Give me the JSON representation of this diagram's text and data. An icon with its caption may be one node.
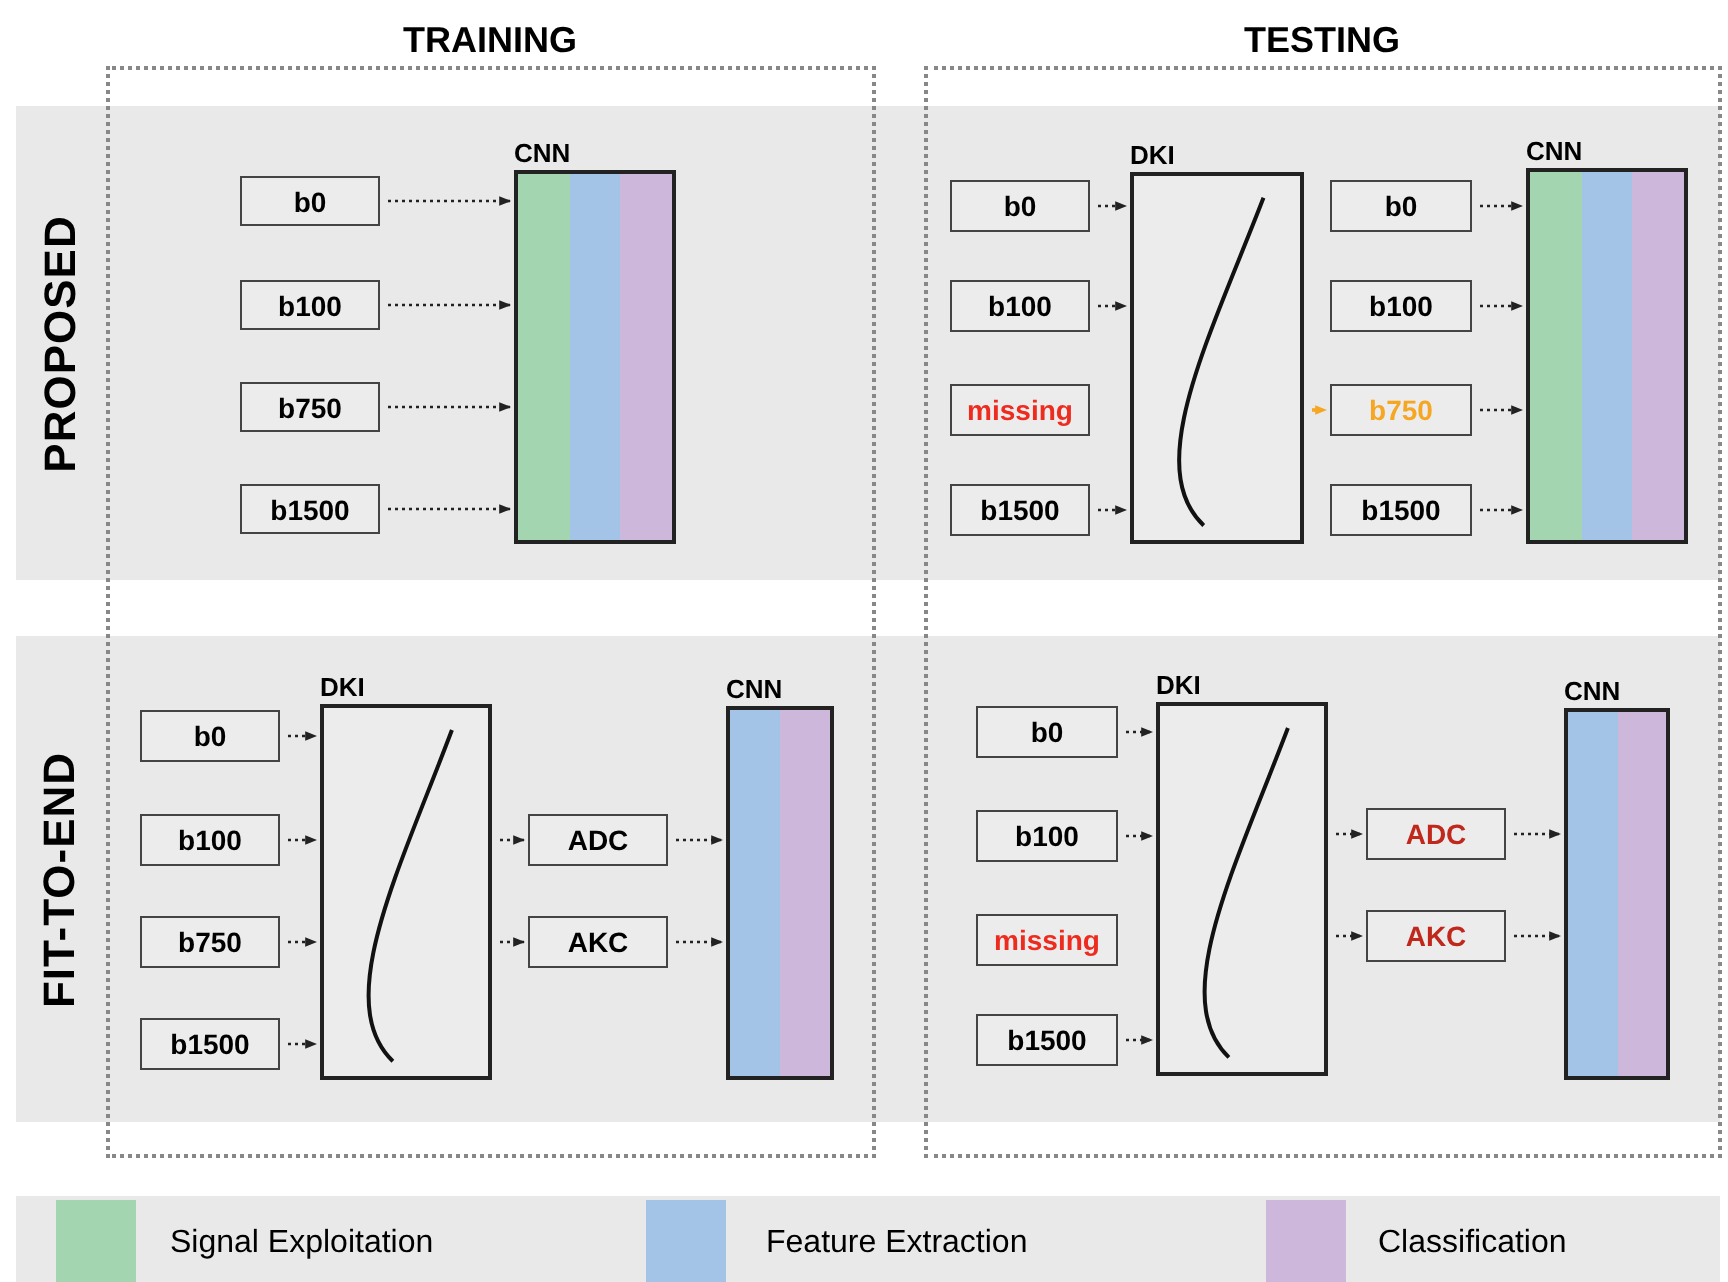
{
  "diagram": {
    "nodes": [
      {
        "text": [
          "b0"
        ]
      },
      {
        "text": [
          "b100"
        ]
      },
      {
        "text": [
          "b750"
        ]
      },
      {
        "text": [
          "b1500"
        ]
      },
      {
        "text": [
          "CNN"
        ]
      },
      {
        "text": [
          "b0"
        ]
      },
      {
        "text": [
          "b100"
        ]
      },
      {
        "text": [
          "missing"
        ]
      },
      {
        "text": [
          "b1500"
        ]
      },
      {
        "text": [
          "DKI"
        ]
      },
      {
        "text": [
          "b0"
        ]
      },
      {
        "text": [
          "b100"
        ]
      },
      {
        "text": [
          "b750"
        ]
      },
      {
        "text": [
          "b1500"
        ]
      },
      {
        "text": [
          "CNN"
        ]
      },
      {
        "text": [
          "b0"
        ]
      },
      {
        "text": [
          "b100"
        ]
      },
      {
        "text": [
          "b750"
        ]
      },
      {
        "text": [
          "b1500"
        ]
      },
      {
        "text": [
          "DKI"
        ]
      },
      {
        "text": [
          "ADC"
        ]
      },
      {
        "text": [
          "AKC"
        ]
      },
      {
        "text": [
          "CNN"
        ]
      },
      {
        "text": [
          "b0"
        ]
      },
      {
        "text": [
          "b100"
        ]
      },
      {
        "text": [
          "missing"
        ]
      },
      {
        "text": [
          "b1500"
        ]
      },
      {
        "text": [
          "DKI"
        ]
      },
      {
        "text": [
          "ADC"
        ]
      },
      {
        "text": [
          "AKC"
        ]
      },
      {
        "text": [
          "CNN"
        ]
      }
    ],
    "edges": [
      {
        "from": 0,
        "to": 4,
        "arrow": "to"
      },
      {
        "from": 1,
        "to": 4,
        "arrow": "to"
      },
      {
        "from": 2,
        "to": 4,
        "arrow": "to"
      },
      {
        "from": 3,
        "to": 4,
        "arrow": "to"
      },
      {
        "from": 5,
        "to": 9,
        "arrow": "to"
      },
      {
        "from": 6,
        "to": 9,
        "arrow": "to"
      },
      {
        "from": 8,
        "to": 9,
        "arrow": "to"
      },
      {
        "from": 9,
        "to": 12,
        "arrow": "to",
        "style": "dashed",
        "color": "#f5a623"
      },
      {
        "from": 10,
        "to": 14,
        "arrow": "to"
      },
      {
        "from": 11,
        "to": 14,
        "arrow": "to"
      },
      {
        "from": 12,
        "to": 14,
        "arrow": "to"
      },
      {
        "from": 13,
        "to": 14,
        "arrow": "to"
      },
      {
        "from": 15,
        "to": 19,
        "arrow": "to"
      },
      {
        "from": 16,
        "to": 19,
        "arrow": "to"
      },
      {
        "from": 17,
        "to": 19,
        "arrow": "to"
      },
      {
        "from": 18,
        "to": 19,
        "arrow": "to"
      },
      {
        "from": 19,
        "to": 20,
        "arrow": "to"
      },
      {
        "from": 19,
        "to": 21,
        "arrow": "to"
      },
      {
        "from": 20,
        "to": 22,
        "arrow": "to"
      },
      {
        "from": 21,
        "to": 22,
        "arrow": "to"
      },
      {
        "from": 23,
        "to": 27,
        "arrow": "to"
      },
      {
        "from": 24,
        "to": 27,
        "arrow": "to"
      },
      {
        "from": 26,
        "to": 27,
        "arrow": "to"
      },
      {
        "from": 27,
        "to": 28,
        "arrow": "to"
      },
      {
        "from": 27,
        "to": 29,
        "arrow": "to"
      },
      {
        "from": 28,
        "to": 30,
        "arrow": "to"
      },
      {
        "from": 29,
        "to": 30,
        "arrow": "to"
      }
    ],
    "labels": [
      "TRAINING",
      "TESTING",
      "PROPOSED",
      "FIT-TO-END"
    ],
    "legend": [
      {
        "text": "Signal Exploitation",
        "color": "#a3d5b1"
      },
      {
        "text": "Feature Extraction",
        "color": "#a3c4e6"
      },
      {
        "text": "Classification",
        "color": "#cdb8dc"
      }
    ]
  }
}
